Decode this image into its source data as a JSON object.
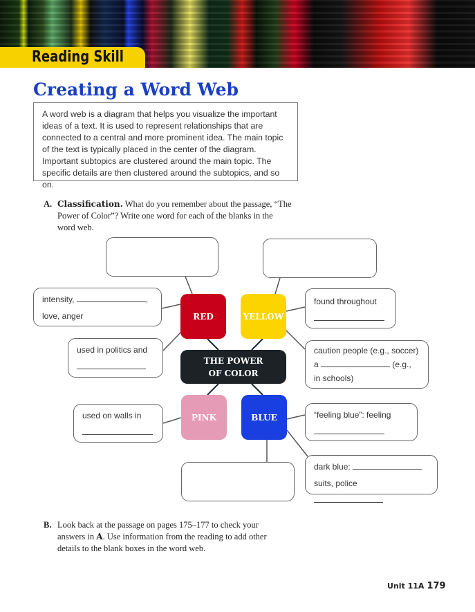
{
  "header": {
    "section_label": "Reading Skill",
    "title": "Creating a Word Web"
  },
  "intro": "A word web is a diagram that helps you visualize the important ideas of a text. It is used to represent relationships that are connected to a central and more prominent idea. The main topic of the text is typically placed in the center of the diagram. Important subtopics are clustered around the main topic. The specific details are then clustered around the subtopics, and so on.",
  "question_a": {
    "label": "A.",
    "title": "Classification.",
    "text": "What do you remember about the passage, “The Power of Color”? Write one word for each of the blanks in the word web."
  },
  "question_b": {
    "label": "B.",
    "text_1": "Look back at the passage on pages 175–177 to check your answers in ",
    "bold": "A",
    "text_2": ". Use information from the reading to add other details to the blank boxes in the word web."
  },
  "web": {
    "center": "THE POWER OF COLOR",
    "red": "RED",
    "yellow": "YELLOW",
    "pink": "PINK",
    "blue": "BLUE",
    "red_1a": "intensity,",
    "red_1b": ",",
    "red_1c": "love, anger",
    "red_2": "used in politics and",
    "yellow_1": "found throughout",
    "yellow_2a": "caution people (e.g., soccer)",
    "yellow_2b": "a",
    "yellow_2c": "(e.g.,",
    "yellow_2d": "in schools)",
    "pink_1": "used on walls in",
    "blue_1": "“feeling blue”: feeling",
    "blue_2a": "dark blue:",
    "blue_2b": "suits, police"
  },
  "colors": {
    "red": "#c8001a",
    "yellow": "#fcd500",
    "pink": "#e59bb5",
    "blue": "#1a3fe0",
    "center": "#1c2226",
    "title": "#1a3fc4"
  },
  "footer": {
    "unit": "Unit 11A",
    "page": "179"
  }
}
